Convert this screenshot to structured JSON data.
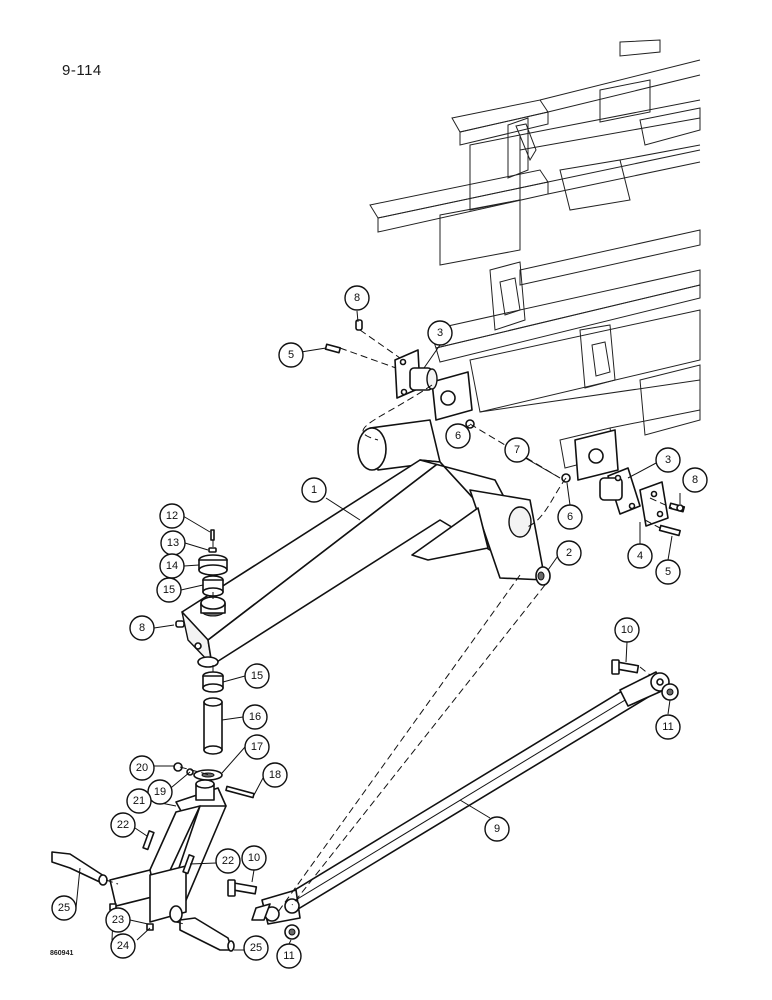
{
  "page_number": "9-114",
  "drawing_code": "860941",
  "callouts": [
    {
      "id": "c1",
      "label": "1"
    },
    {
      "id": "c2",
      "label": "2"
    },
    {
      "id": "c3a",
      "label": "3"
    },
    {
      "id": "c3b",
      "label": "3"
    },
    {
      "id": "c4",
      "label": "4"
    },
    {
      "id": "c5a",
      "label": "5"
    },
    {
      "id": "c5b",
      "label": "5"
    },
    {
      "id": "c6a",
      "label": "6"
    },
    {
      "id": "c6b",
      "label": "6"
    },
    {
      "id": "c7",
      "label": "7"
    },
    {
      "id": "c8a",
      "label": "8"
    },
    {
      "id": "c8b",
      "label": "8"
    },
    {
      "id": "c8c",
      "label": "8"
    },
    {
      "id": "c9",
      "label": "9"
    },
    {
      "id": "c10a",
      "label": "10"
    },
    {
      "id": "c10b",
      "label": "10"
    },
    {
      "id": "c11a",
      "label": "11"
    },
    {
      "id": "c11b",
      "label": "11"
    },
    {
      "id": "c12",
      "label": "12"
    },
    {
      "id": "c13",
      "label": "13"
    },
    {
      "id": "c14",
      "label": "14"
    },
    {
      "id": "c15a",
      "label": "15"
    },
    {
      "id": "c15b",
      "label": "15"
    },
    {
      "id": "c16",
      "label": "16"
    },
    {
      "id": "c17",
      "label": "17"
    },
    {
      "id": "c18",
      "label": "18"
    },
    {
      "id": "c19",
      "label": "19"
    },
    {
      "id": "c20",
      "label": "20"
    },
    {
      "id": "c21",
      "label": "21"
    },
    {
      "id": "c22a",
      "label": "22"
    },
    {
      "id": "c22b",
      "label": "22"
    },
    {
      "id": "c23",
      "label": "23"
    },
    {
      "id": "c24",
      "label": "24"
    },
    {
      "id": "c25a",
      "label": "25"
    },
    {
      "id": "c25b",
      "label": "25"
    }
  ]
}
